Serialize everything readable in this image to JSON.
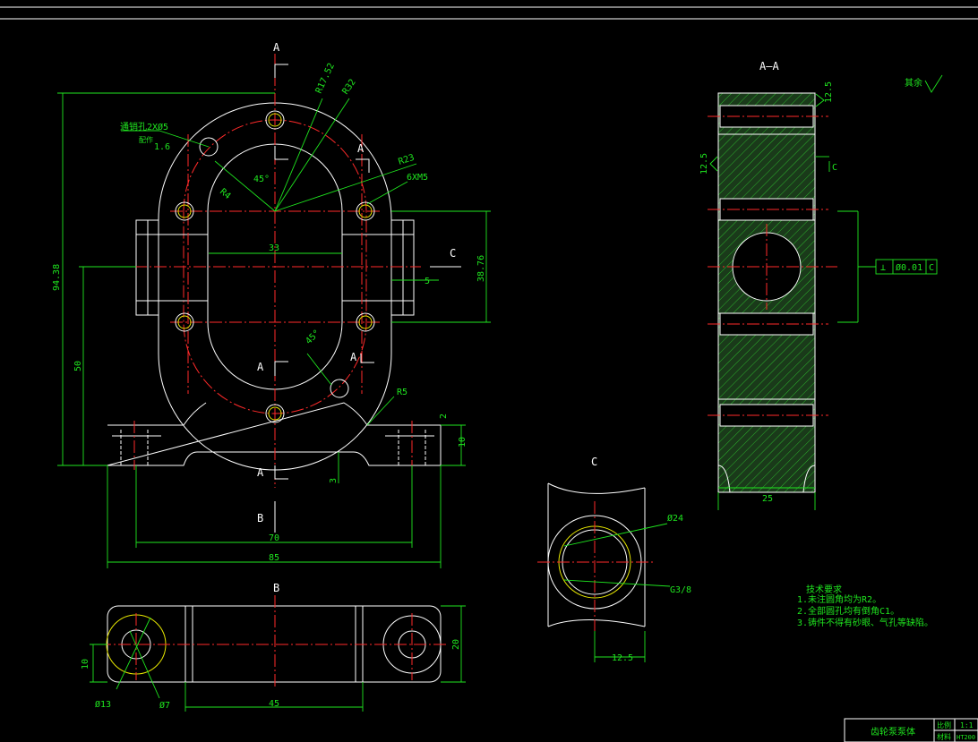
{
  "views": {
    "main_section_top": "A",
    "main_section_right": "A",
    "main_section_mid": "A",
    "main_section_mid_right": "A",
    "main_section_bottom": "A",
    "view_arrow_c": "C",
    "view_arrow_b": "B",
    "section_aa_title": "A—A",
    "view_c_title": "C",
    "view_b_title": "B"
  },
  "dimensions": {
    "r17_5": "R17.52",
    "r32": "R32",
    "r23": "R23",
    "thread_holes": "6XM5",
    "through_hole": "通销孔2XØ5",
    "fit_label": "配作",
    "roughness_1_6": "1.6",
    "angle_45_top": "45°",
    "angle_45_bottom": "45°",
    "small_r4": "R4",
    "width_33": "33",
    "height_94_38": "94.38",
    "height_50": "50",
    "height_38_76": "38.76",
    "dim_5": "5",
    "r5": "R5",
    "dim_2": "2",
    "dim_10_side": "10",
    "dim_3": "3",
    "width_70": "70",
    "width_85": "85",
    "aa_roughness_12_5_top": "12.5",
    "aa_roughness_12_5_left": "12.5",
    "aa_datum": "C",
    "aa_width_25": "25",
    "tol_symbol": "⊥",
    "tol_value": "Ø0.01",
    "tol_datum": "C",
    "c_dia_24": "Ø24",
    "c_thread": "G3/8",
    "c_width_12_5": "12.5",
    "b_dim_10": "10",
    "b_dim_20": "20",
    "b_width_45": "45",
    "b_dia_13": "Ø13",
    "b_dia_7": "Ø7"
  },
  "notes": {
    "rest_roughness": "其余",
    "tech_title": "技术要求",
    "tech_lines": [
      "1.未注圆角均为R2。",
      "2.全部圆孔均有倒角C1。",
      "3.铸件不得有砂眼、气孔等缺陷。"
    ]
  },
  "title_block": {
    "part_name": "齿轮泵泵体",
    "scale_label": "比例",
    "scale_value": "1:1",
    "material_label": "材料",
    "material_value": "HT200"
  },
  "colors": {
    "background": "#000000",
    "outline": "#ffffff",
    "centerline": "#ff2a2a",
    "dimension": "#1fe61f",
    "thread": "#e6e600"
  }
}
